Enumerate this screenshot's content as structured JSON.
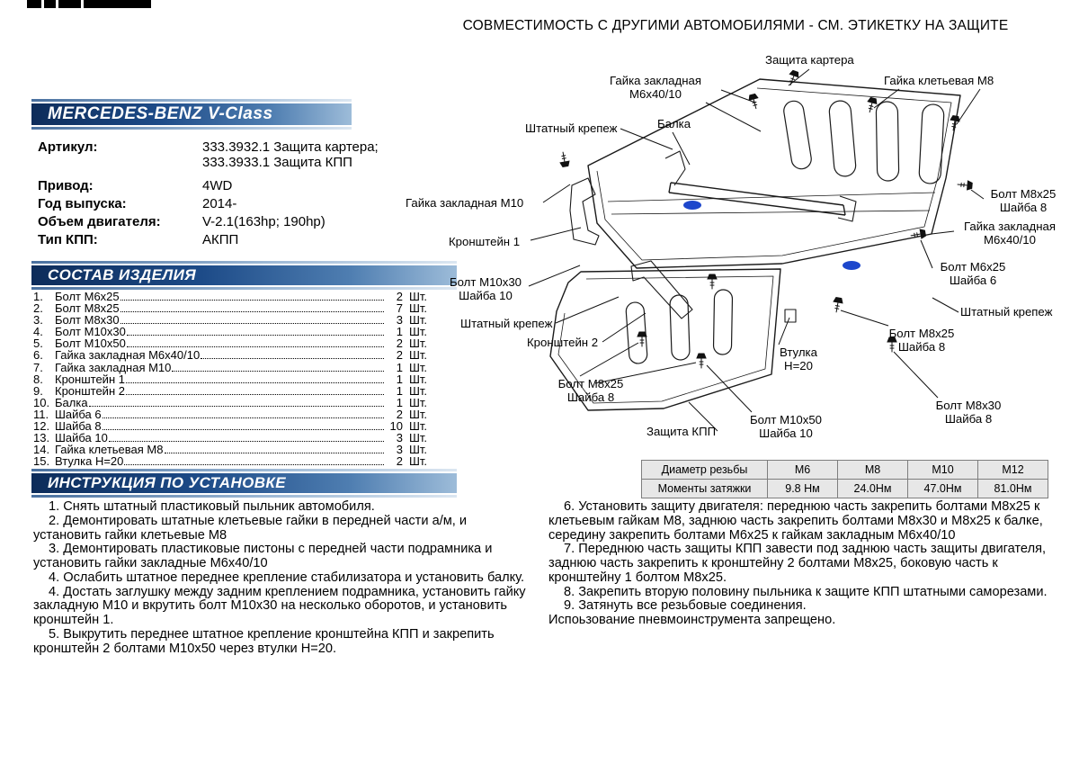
{
  "header": {
    "compatibility_note": "СОВМЕСТИМОСТЬ С ДРУГИМИ АВТОМОБИЛЯМИ - СМ. ЭТИКЕТКУ НА ЗАЩИТЕ",
    "brand_title": "MERCEDES-BENZ V-Class"
  },
  "product_info": {
    "rows": [
      {
        "label": "Артикул:",
        "value": "333.3932.1 Защита картера;\n333.3933.1 Защита КПП"
      },
      {
        "label": "Привод:",
        "value": "4WD"
      },
      {
        "label": "Год выпуска:",
        "value": "2014-"
      },
      {
        "label": "Объем двигателя:",
        "value": "V-2.1(163hp; 190hp)"
      },
      {
        "label": "Тип КПП:",
        "value": "АКПП"
      }
    ]
  },
  "parts": {
    "section_title": "СОСТАВ ИЗДЕЛИЯ",
    "unit": "Шт.",
    "items": [
      {
        "num": "1.",
        "name": "Болт М6х25",
        "qty": "2"
      },
      {
        "num": "2.",
        "name": "Болт М8х25",
        "qty": "7"
      },
      {
        "num": "3.",
        "name": "Болт М8х30",
        "qty": "3"
      },
      {
        "num": "4.",
        "name": "Болт М10х30",
        "qty": "1"
      },
      {
        "num": "5.",
        "name": "Болт М10х50",
        "qty": "2"
      },
      {
        "num": "6.",
        "name": "Гайка закладная М6х40/10",
        "qty": "2"
      },
      {
        "num": "7.",
        "name": "Гайка закладная М10",
        "qty": "1"
      },
      {
        "num": "8.",
        "name": "Кронштейн 1",
        "qty": "1"
      },
      {
        "num": "9.",
        "name": "Кронштейн 2",
        "qty": "1"
      },
      {
        "num": "10.",
        "name": "Балка",
        "qty": "1"
      },
      {
        "num": "11.",
        "name": "Шайба 6",
        "qty": "2"
      },
      {
        "num": "12.",
        "name": "Шайба 8",
        "qty": "10"
      },
      {
        "num": "13.",
        "name": "Шайба 10",
        "qty": "3"
      },
      {
        "num": "14.",
        "name": "Гайка клетьевая М8",
        "qty": "3"
      },
      {
        "num": "15.",
        "name": "Втулка Н=20",
        "qty": "2"
      }
    ]
  },
  "torque_table": {
    "row1_label": "Диаметр резьбы",
    "row1_cells": [
      "М6",
      "М8",
      "М10",
      "М12"
    ],
    "row2_label": "Моменты затяжки",
    "row2_cells": [
      "9.8 Нм",
      "24.0Нм",
      "47.0Нм",
      "81.0Нм"
    ]
  },
  "instructions": {
    "section_title": "ИНСТРУКЦИЯ ПО УСТАНОВКЕ",
    "left_column": [
      "1. Снять штатный пластиковый пыльник автомобиля.",
      "2. Демонтировать штатные клетьевые гайки в передней части а/м, и установить гайки клетьевые М8",
      "3. Демонтировать пластиковые пистоны с передней части подрамника и установить гайки закладные М6х40/10",
      "4. Ослабить штатное переднее крепление стабилизатора и установить балку.",
      "4. Достать заглушку между задним креплением подрамника, установить гайку закладную М10 и вкрутить болт М10х30 на несколько оборотов, и установить кронштейн 1.",
      "5. Выкрутить переднее штатное крепление кронштейна КПП и закрепить кронштейн 2 болтами М10х50 через втулки Н=20."
    ],
    "right_column": [
      "6. Установить защиту двигателя: переднюю часть закрепить болтами М8х25 к клетьевым гайкам М8, заднюю часть закрепить болтами М8х30 и М8х25 к балке, середину закрепить болтами М6х25 к гайкам закладным М6х40/10",
      "7. Переднюю часть защиты КПП завести под заднюю часть защиты двигателя, заднюю часть закрепить к кронштейну 2 болтами М8х25, боковую часть к кронштейну 1 болтом М8х25.",
      "8. Закрепить вторую половину пыльника к защите КПП штатными саморезами.",
      "9. Затянуть все резьбовые соединения.\nИспоьзование пневмоинструмента запрещено."
    ]
  },
  "diagram": {
    "marker_color": "#1d47cc",
    "callouts": [
      "Защита картера",
      "Гайка закладная\nМ6х40/10",
      "Штатный крепеж",
      "Балка",
      "Гайка клетьевая М8",
      "Болт М8х25\nШайба 8",
      "Гайка закладная\nМ6х40/10",
      "Болт М6х25\nШайба 6",
      "Штатный крепеж",
      "Болт М8х25\nШайба 8",
      "Болт М8х30\nШайба 8",
      "Втулка\nН=20",
      "Болт М10х50\nШайба 10",
      "Защита КПП",
      "Болт М8х25\nШайба 8",
      "Кронштейн 2",
      "Штатный крепеж",
      "Болт М10х30\nШайба 10",
      "Кронштейн 1",
      "Гайка закладная М10"
    ]
  }
}
